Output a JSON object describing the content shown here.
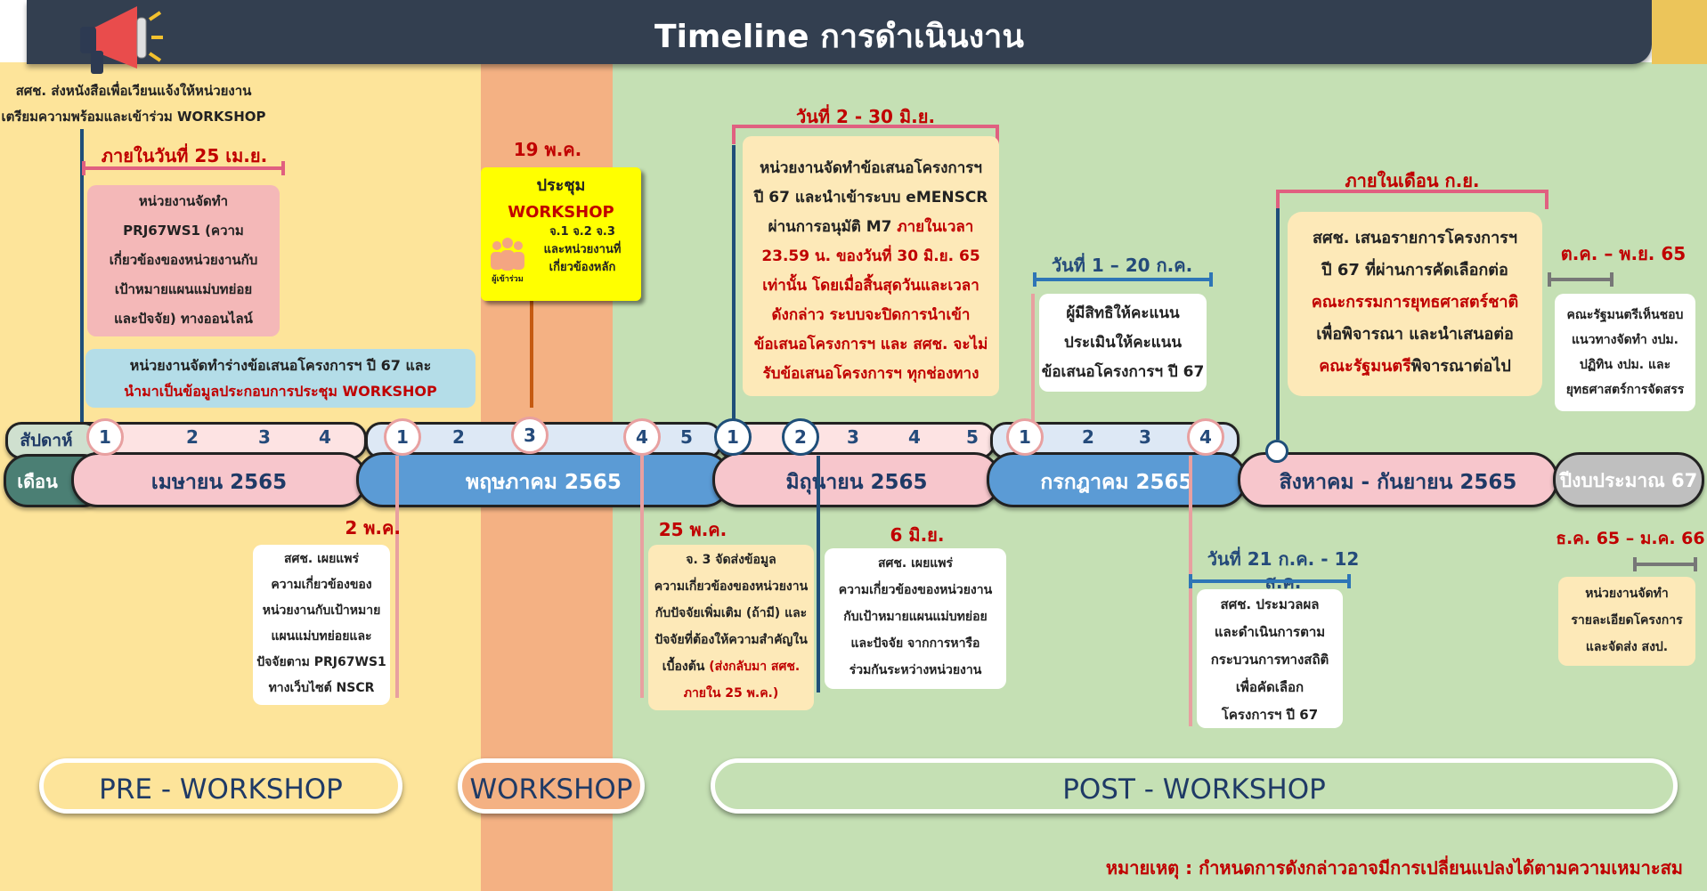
{
  "title": "Timeline การดำเนินงาน",
  "zones": {
    "pre_color": "#fde49a",
    "workshop_color": "#f4b183",
    "post_color": "#c5e0b4"
  },
  "top_note": {
    "line1": "สศช. ส่งหนังสือเพื่อเวียนแจ้งให้หน่วยงาน",
    "line2": "เตรียมความพร้อมและเข้าร่วม WORKSHOP"
  },
  "deadline_25apr": "ภายในวันที่ 25 เม.ย.",
  "box_prj": {
    "l1": "หน่วยงานจัดทำ",
    "l2": "PRJ67WS1 (ความ",
    "l3": "เกี่ยวข้องของหน่วยงานกับ",
    "l4": "เป้าหมายแผนแม่บทย่อย",
    "l5": "และปัจจัย) ทางออนไลน์"
  },
  "box_draft": {
    "l1": "หน่วยงานจัดทำร่างข้อเสนอโครงการฯ ปี 67 และ",
    "l2": "นำมาเป็นข้อมูลประกอบการประชุม WORKSHOP"
  },
  "date_19may": "19 พ.ค.",
  "meeting": {
    "l1": "ประชุม",
    "l2": "WORKSHOP",
    "l3": "จ.1 จ.2 จ.3",
    "l4": "และหน่วยงานที่",
    "l5": "เกี่ยวข้องหลัก",
    "icon_label": "ผู้เข้าร่วม"
  },
  "date_2_30jun": "วันที่ 2 - 30 มิ.ย.",
  "box_jun": {
    "l1": "หน่วยงานจัดทำข้อเสนอโครงการฯ",
    "l2": "ปี 67 และนำเข้าระบบ eMENSCR",
    "l3": "ผ่านการอนุมัติ M7",
    "l3r": " ภายในเวลา",
    "l4": "23.59 น. ของวันที่ 30 มิ.ย. 65",
    "l5": "เท่านั้น โดยเมื่อสิ้นสุดวันและเวลา",
    "l6": "ดังกล่าว ระบบจะปิดการนำเข้า",
    "l7": "ข้อเสนอโครงการฯ และ สศช. จะไม่",
    "l8": "รับข้อเสนอโครงการฯ ทุกช่องทาง"
  },
  "date_1_20jul": "วันที่ 1 – 20 ก.ค.",
  "box_jul": {
    "l1": "ผู้มีสิทธิให้คะแนน",
    "l2": "ประเมินให้คะแนน",
    "l3": "ข้อเสนอโครงการฯ ปี 67"
  },
  "date_sep": "ภายในเดือน ก.ย.",
  "box_sep": {
    "l1": "สศช. เสนอรายการโครงการฯ",
    "l2": "ปี 67 ที่ผ่านการคัดเลือกต่อ",
    "l3": "คณะกรรมการยุทธศาสตร์ชาติ",
    "l4": "เพื่อพิจารณา และนำเสนอต่อ",
    "l5": "คณะรัฐมนตรี",
    "l5b": "พิจารณาต่อไป"
  },
  "date_octnov": "ต.ค. – พ.ย. 65",
  "box_cabinet": {
    "l1": "คณะรัฐมนตรีเห็นชอบ",
    "l2": "แนวทางจัดทำ งปม.",
    "l3": "ปฏิทิน งปม. และ",
    "l4": "ยุทธศาสตร์การจัดสรร"
  },
  "timeline": {
    "week_label": "สัปดาห์",
    "month_label": "เดือน",
    "apr": "เมษายน 2565",
    "may": "พฤษภาคม 2565",
    "jun": "มิถุนายน 2565",
    "jul": "กรกฎาคม 2565",
    "augsep": "สิงหาคม - กันยายน 2565",
    "fy": "ปีงบประมาณ 67",
    "apr_weeks": [
      "1",
      "2",
      "3",
      "4"
    ],
    "may_weeks": [
      "1",
      "2",
      "3",
      "4",
      "5"
    ],
    "jun_weeks": [
      "1",
      "2",
      "3",
      "4",
      "5"
    ],
    "jul_weeks": [
      "1",
      "2",
      "3",
      "4"
    ]
  },
  "date_2may": "2 พ.ค.",
  "box_2may": {
    "l1": "สศช. เผยแพร่",
    "l2": "ความเกี่ยวข้องของ",
    "l3": "หน่วยงานกับเป้าหมาย",
    "l4": "แผนแม่บทย่อยและ",
    "l5": "ปัจจัยตาม PRJ67WS1",
    "l6": "ทางเว็บไซต์ NSCR"
  },
  "date_25may": "25 พ.ค.",
  "box_25may": {
    "l1": "จ. 3 จัดส่งข้อมูล",
    "l2": "ความเกี่ยวข้องของหน่วยงาน",
    "l3": "กับปัจจัยเพิ่มเติม (ถ้ามี) และ",
    "l4": "ปัจจัยที่ต้องให้ความสำคัญใน",
    "l5": "เบื้องต้น",
    "l5r": " (ส่งกลับมา สศช.",
    "l6": "ภายใน 25 พ.ค.)"
  },
  "date_6jun": "6 มิ.ย.",
  "box_6jun": {
    "l1": "สศช. เผยแพร่",
    "l2": "ความเกี่ยวข้องของหน่วยงาน",
    "l3": "กับเป้าหมายแผนแม่บทย่อย",
    "l4": "และปัจจัย จากการหารือ",
    "l5": "ร่วมกันระหว่างหน่วยงาน"
  },
  "date_21jul": "วันที่ 21 ก.ค. - 12 ส.ค.",
  "box_21jul": {
    "l1": "สศช. ประมวลผล",
    "l2": "และดำเนินการตาม",
    "l3": "กระบวนการทางสถิติ",
    "l4": "เพื่อคัดเลือก",
    "l5": "โครงการฯ ปี 67"
  },
  "date_decjan": "ธ.ค. 65 – ม.ค. 66",
  "box_decjan": {
    "l1": "หน่วยงานจัดทำ",
    "l2": "รายละเอียดโครงการ",
    "l3": "และจัดส่ง สงป."
  },
  "phases": {
    "pre": "PRE - WORKSHOP",
    "workshop": "WORKSHOP",
    "post": "POST - WORKSHOP"
  },
  "footnote": "หมายเหตุ : กำหนดการดังกล่าวอาจมีการเปลี่ยนแปลงได้ตามความเหมาะสม",
  "icons": {
    "megaphone": "megaphone-icon",
    "people": "people-icon"
  }
}
